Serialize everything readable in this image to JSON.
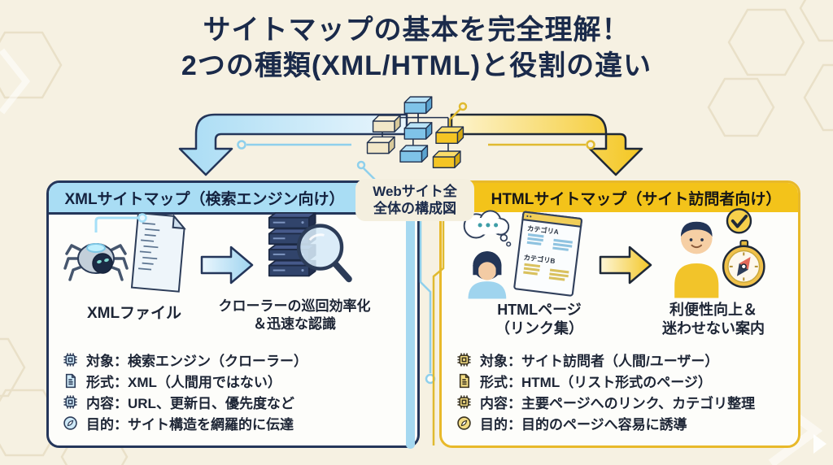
{
  "title": {
    "line1": "サイトマップの基本を完全理解！",
    "line2": "2つの種類(XML/HTML)と役割の違い"
  },
  "center_badge": {
    "line1": "Webサイト全",
    "line2": "全体の構成図"
  },
  "left_panel": {
    "header": "XMLサイトマップ（検索エンジン向け）",
    "source_label": "XMLファイル",
    "result_label_line1": "クローラーの巡回効率化",
    "result_label_line2": "＆迅速な認識",
    "bullets": [
      {
        "icon": "cpu-chip-icon",
        "text": "対象：検索エンジン（クローラー）"
      },
      {
        "icon": "document-icon",
        "text": "形式：XML（人間用ではない）"
      },
      {
        "icon": "cpu-chip-icon",
        "text": "内容：URL、更新日、優先度など"
      },
      {
        "icon": "compass-icon",
        "text": "目的：サイト構造を網羅的に伝達"
      }
    ]
  },
  "right_panel": {
    "header": "HTMLサイトマップ（サイト訪問者向け）",
    "source_label_line1": "HTMLページ",
    "source_label_line2": "（リンク集）",
    "result_label_line1": "利便性向上＆",
    "result_label_line2": "迷わせない案内",
    "page_illustration": {
      "category_a": "カテゴリA",
      "category_b": "カテゴリB"
    },
    "bullets": [
      {
        "icon": "cpu-chip-icon",
        "text": "対象：サイト訪問者（人間/ユーザー）"
      },
      {
        "icon": "document-icon",
        "text": "形式：HTML（リスト形式のページ）"
      },
      {
        "icon": "cpu-chip-icon",
        "text": "内容：主要ページへのリンク、カテゴリ整理"
      },
      {
        "icon": "compass-icon",
        "text": "目的：目的のページへ容易に誘導"
      }
    ]
  },
  "colors": {
    "background": "#f6f1e2",
    "title_text": "#1a2a4a",
    "left_header_bg": "#a9ddf4",
    "left_border": "#24365a",
    "left_accent": "#8fd0ec",
    "right_header_bg": "#f3c31a",
    "right_border": "#e8b92a",
    "right_accent": "#e0ba30",
    "panel_body": "#fdfdfa"
  }
}
